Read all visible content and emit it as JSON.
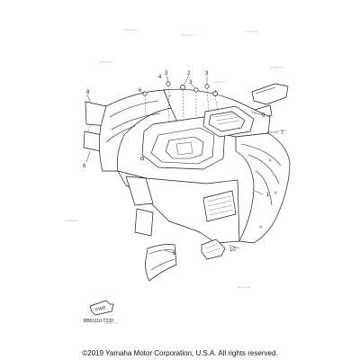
{
  "callouts": [
    {
      "id": "c1",
      "label": "1"
    },
    {
      "id": "c2",
      "label": "2"
    },
    {
      "id": "c3a",
      "label": "3"
    },
    {
      "id": "c3b",
      "label": "3"
    },
    {
      "id": "c3c",
      "label": "3"
    },
    {
      "id": "c4",
      "label": "4"
    },
    {
      "id": "c5",
      "label": "5"
    },
    {
      "id": "c6a",
      "label": "6"
    },
    {
      "id": "c6b",
      "label": "6"
    },
    {
      "id": "c7",
      "label": "7"
    },
    {
      "id": "c8",
      "label": "8"
    },
    {
      "id": "c9",
      "label": "9"
    },
    {
      "id": "c10",
      "label": "10"
    }
  ],
  "diagram_code": "BB51110-T220",
  "fwd_label": "FWD",
  "watermark": "Partzilla.com",
  "copyright": "©2019 Yamaha Motor Corporation, U.S.A. All rights reserved."
}
